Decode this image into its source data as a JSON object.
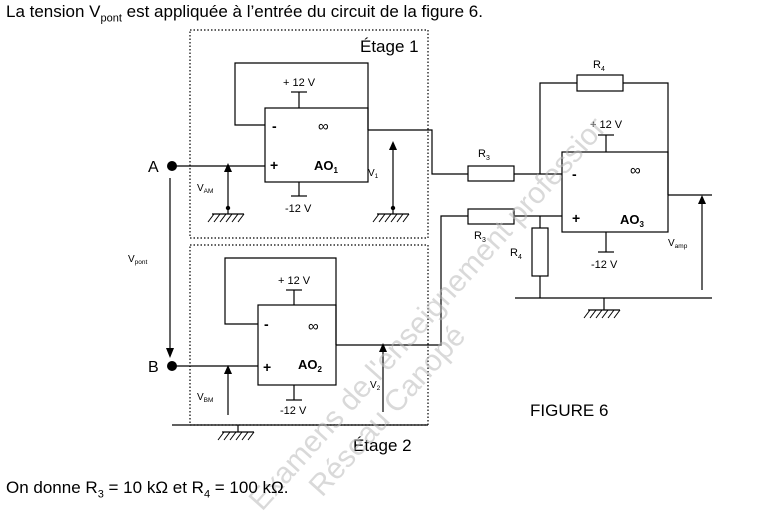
{
  "intro": {
    "pre": "La tension V",
    "sub": "pont",
    "post": " est appliquée à l’entrée du circuit de la figure 6."
  },
  "given": {
    "pre": "On donne R",
    "s1": "3",
    "mid": " = 10 kΩ et R",
    "s2": "4",
    "post": " = 100 kΩ."
  },
  "stage1": {
    "label": "Étage 1"
  },
  "stage2": {
    "label": "Étage 2"
  },
  "figure_label": "FIGURE 6",
  "supplies": {
    "pos": "+ 12 V",
    "neg": "-12 V"
  },
  "opamp_inf": "∞",
  "minus_sign": "-",
  "plus_sign": "+",
  "ao1": {
    "base": "AO",
    "sub": "1"
  },
  "ao2": {
    "base": "AO",
    "sub": "2"
  },
  "ao3": {
    "base": "AO",
    "sub": "3"
  },
  "node_a": "A",
  "node_b": "B",
  "v_am": {
    "base": "V",
    "sub": "AM"
  },
  "v_bm": {
    "base": "V",
    "sub": "BM"
  },
  "v1": {
    "base": "V",
    "sub": "1"
  },
  "v2": {
    "base": "V",
    "sub": "2"
  },
  "v_pont": {
    "base": "V",
    "sub": "pont"
  },
  "v_amp": {
    "base": "V",
    "sub": "amp"
  },
  "r3": {
    "base": "R",
    "sub": "3"
  },
  "r4": {
    "base": "R",
    "sub": "4"
  },
  "watermark": {
    "line1": "Examens de l'enseignement professior",
    "line2": "Réseau Canopé"
  }
}
